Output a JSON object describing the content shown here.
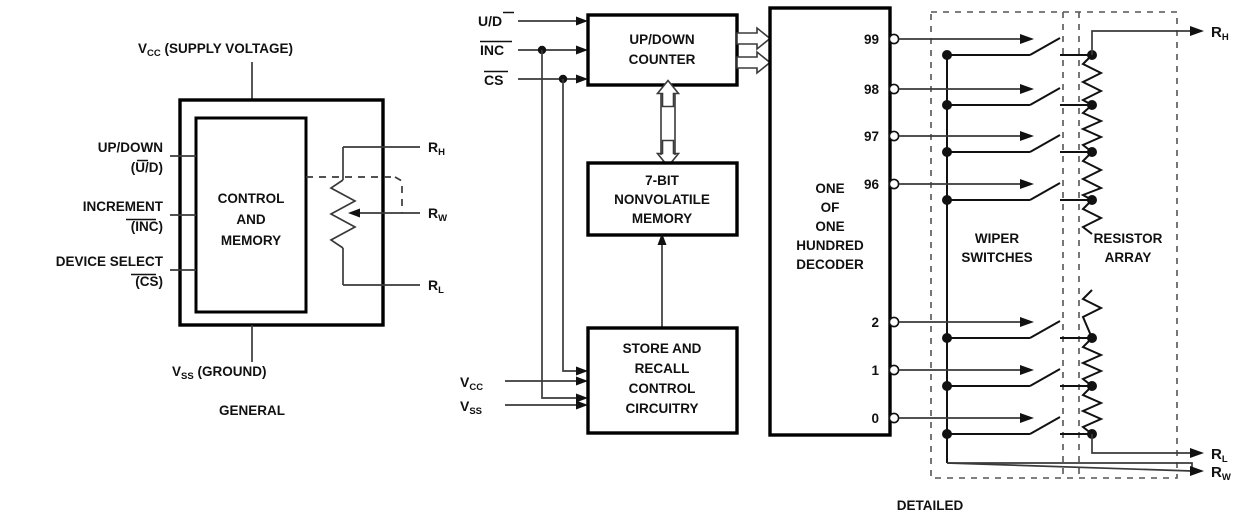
{
  "figure": {
    "caption_left": "GENERAL",
    "caption_right": "DETAILED"
  },
  "general": {
    "supply_top": "V",
    "supply_top_sub": "CC",
    "supply_top_rest": " (SUPPLY VOLTAGE)",
    "supply_bottom": "V",
    "supply_bottom_sub": "SS",
    "supply_bottom_rest": " (GROUND)",
    "core_block": [
      "CONTROL",
      "AND",
      "MEMORY"
    ],
    "inputs": [
      {
        "name": "up-down",
        "line1": "UP/DOWN",
        "line2_pre": "(U/",
        "line2_bar": "D",
        "line2_post": ")"
      },
      {
        "name": "increment",
        "line1": "INCREMENT",
        "line2_pre": "(",
        "line2_bar": "INC",
        "line2_post": ")"
      },
      {
        "name": "device-select",
        "line1": "DEVICE SELECT",
        "line2_pre": "(",
        "line2_bar": "CS",
        "line2_post": ")"
      }
    ],
    "terminals": [
      {
        "name": "rh",
        "base": "R",
        "sub": "H"
      },
      {
        "name": "rw",
        "base": "R",
        "sub": "W"
      },
      {
        "name": "rl",
        "base": "R",
        "sub": "L"
      }
    ]
  },
  "detailed": {
    "inputs": [
      {
        "name": "up-down",
        "pre": "U/",
        "bar": "D",
        "post": ""
      },
      {
        "name": "increment",
        "pre": "",
        "bar": "INC",
        "post": ""
      },
      {
        "name": "chip-select",
        "pre": "",
        "bar": "CS",
        "post": ""
      }
    ],
    "power_inputs": [
      {
        "name": "vcc",
        "base": "V",
        "sub": "CC"
      },
      {
        "name": "vss",
        "base": "V",
        "sub": "SS"
      }
    ],
    "blocks": {
      "counter": [
        "UP/DOWN",
        "COUNTER"
      ],
      "memory": [
        "7-BIT",
        "NONVOLATILE",
        "MEMORY"
      ],
      "decoder": [
        "ONE",
        "OF",
        "ONE",
        "HUNDRED",
        "DECODER"
      ],
      "store": [
        "STORE AND",
        "RECALL",
        "CONTROL",
        "CIRCUITRY"
      ]
    },
    "group_labels": {
      "wiper": [
        "WIPER",
        "SWITCHES"
      ],
      "resistor": [
        "RESISTOR",
        "ARRAY"
      ]
    },
    "decoder_taps_top": [
      "99",
      "98",
      "97",
      "96"
    ],
    "decoder_taps_bottom": [
      "2",
      "1",
      "0"
    ],
    "outputs": [
      {
        "name": "rh",
        "base": "R",
        "sub": "H"
      },
      {
        "name": "rl",
        "base": "R",
        "sub": "L"
      },
      {
        "name": "rw",
        "base": "R",
        "sub": "W"
      }
    ]
  },
  "colors": {
    "ink": "#111111",
    "wire": "#3a3a3a",
    "paper": "#ffffff"
  }
}
